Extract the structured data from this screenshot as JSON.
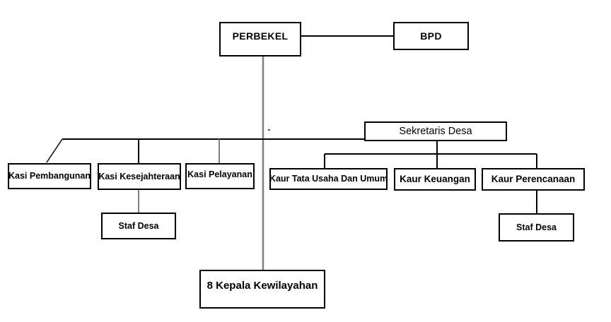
{
  "diagram": {
    "type": "org-chart",
    "nodes": {
      "perbekel": {
        "label": "PERBEKEL"
      },
      "bpd": {
        "label": "BPD"
      },
      "sekretaris_desa": {
        "label": "Sekretaris Desa"
      },
      "kasi_pembangunan": {
        "label": "Kasi Pembangunan"
      },
      "kasi_kesejahteraan": {
        "label": "Kasi Kesejahteraan"
      },
      "kasi_pelayanan": {
        "label": "Kasi Pelayanan"
      },
      "kaur_tata_usaha": {
        "label": "Kaur Tata Usaha Dan Umum"
      },
      "kaur_keuangan": {
        "label": "Kaur Keuangan"
      },
      "kaur_perencanaan": {
        "label": "Kaur Perencanaan"
      },
      "staf_desa_left": {
        "label": "Staf Desa"
      },
      "staf_desa_right": {
        "label": "Staf Desa"
      },
      "kepala_kewilayahan": {
        "label": "8 Kepala Kewilayahan"
      }
    },
    "edges": [
      {
        "from": "perbekel",
        "to": "bpd",
        "style": "lateral"
      },
      {
        "from": "perbekel",
        "to": "sekretaris_desa"
      },
      {
        "from": "perbekel",
        "to": "kasi_pembangunan"
      },
      {
        "from": "perbekel",
        "to": "kasi_kesejahteraan"
      },
      {
        "from": "perbekel",
        "to": "kasi_pelayanan"
      },
      {
        "from": "perbekel",
        "to": "kepala_kewilayahan"
      },
      {
        "from": "sekretaris_desa",
        "to": "kaur_tata_usaha"
      },
      {
        "from": "sekretaris_desa",
        "to": "kaur_keuangan"
      },
      {
        "from": "sekretaris_desa",
        "to": "kaur_perencanaan"
      },
      {
        "from": "kasi_kesejahteraan",
        "to": "staf_desa_left"
      },
      {
        "from": "kaur_perencanaan",
        "to": "staf_desa_right"
      }
    ],
    "colors": {
      "background": "#ffffff",
      "box_border": "#000000",
      "text": "#000000",
      "connector": "#000000",
      "connector_muted": "#808080"
    }
  }
}
